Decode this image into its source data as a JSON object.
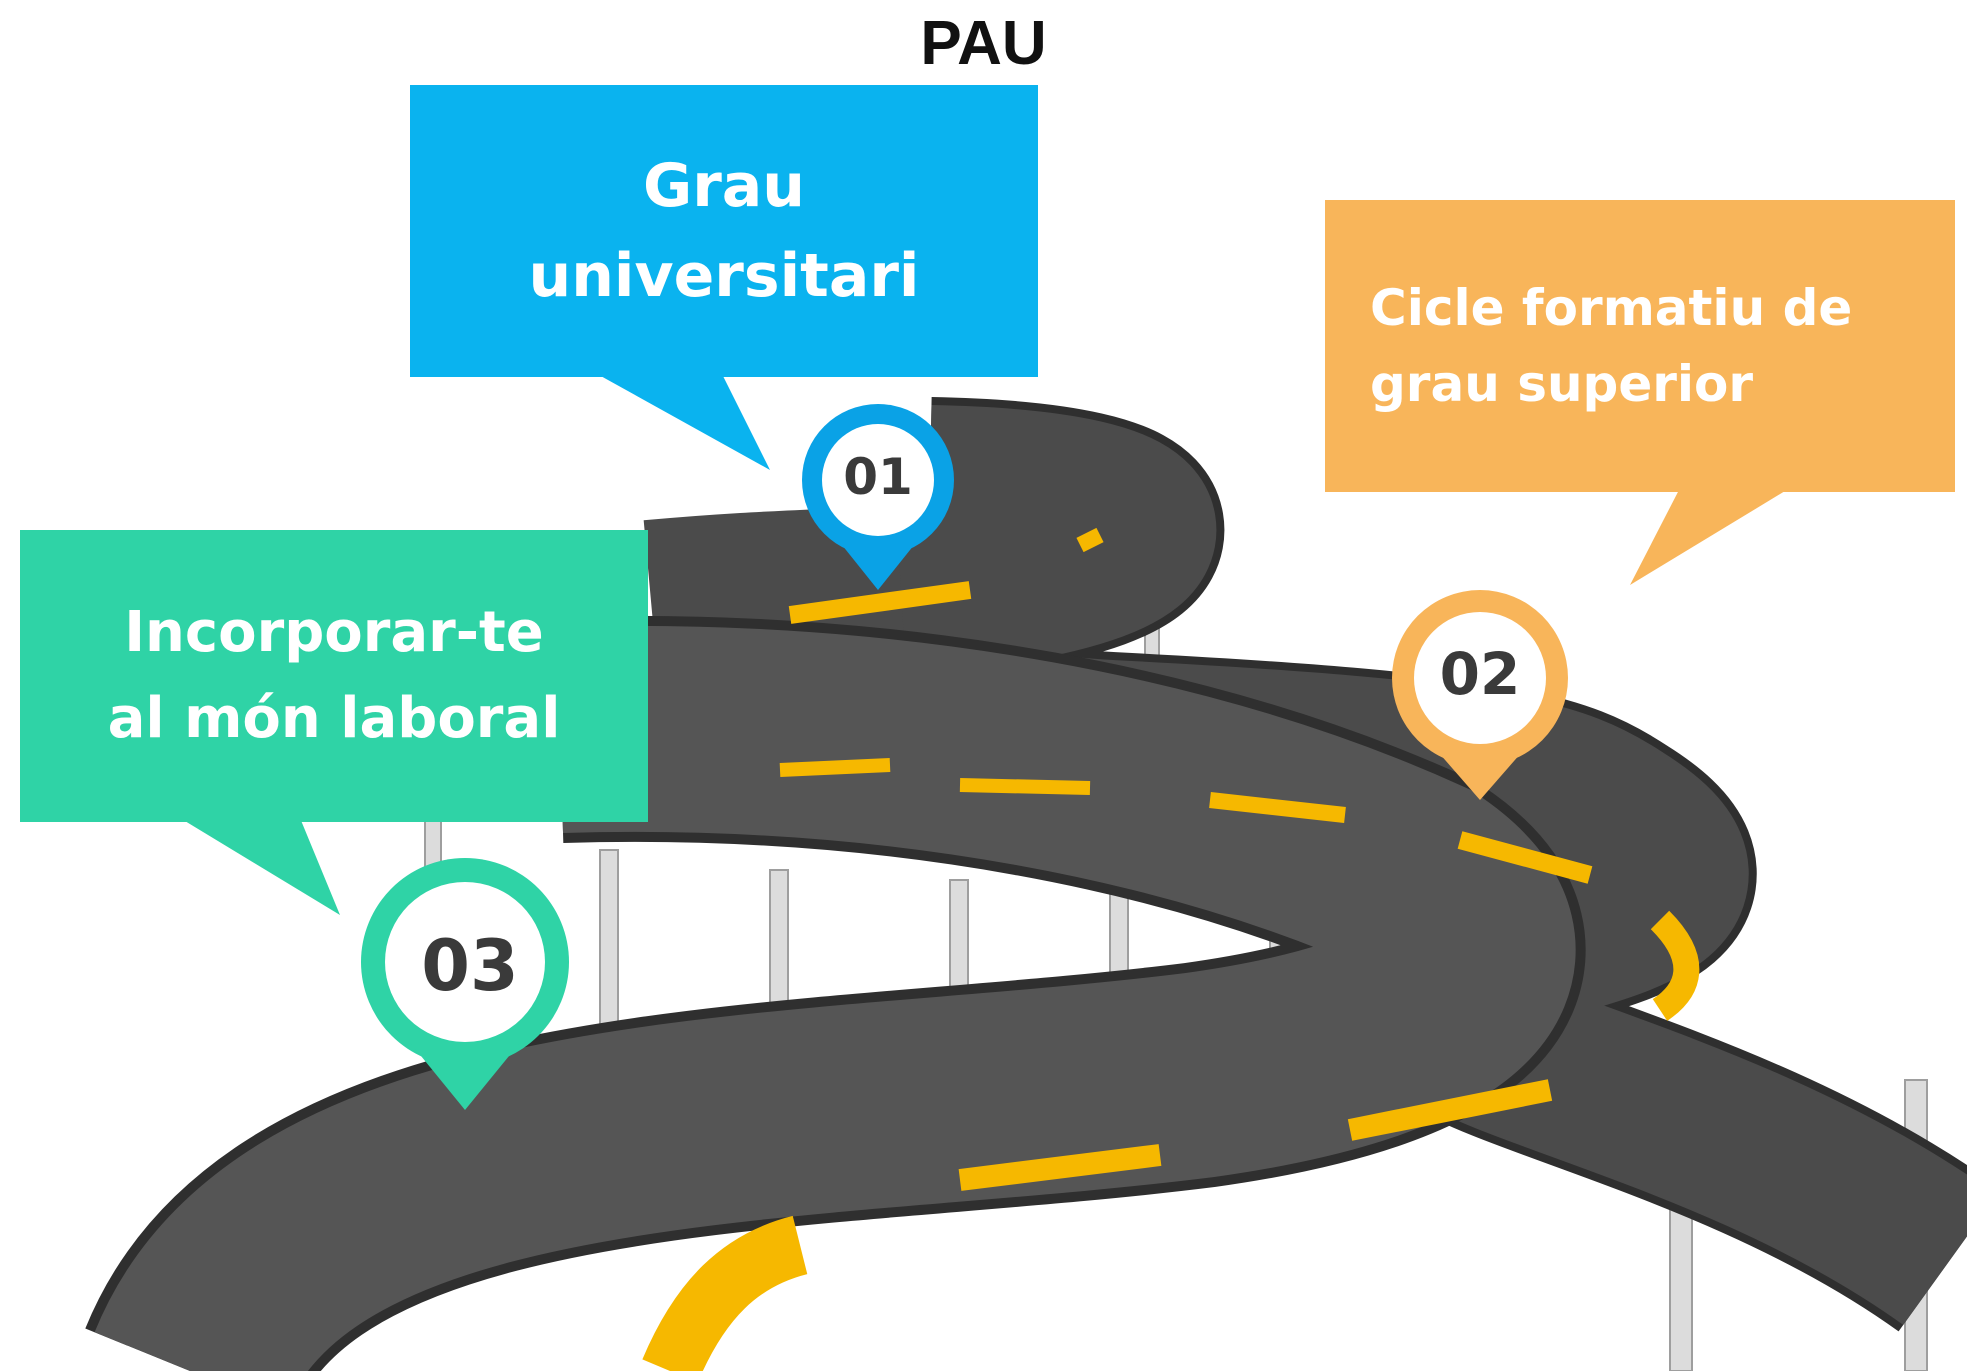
{
  "title": "PAU",
  "steps": [
    {
      "number": "01",
      "lines": [
        "Grau",
        "universitari"
      ],
      "color": "#0ab3ef"
    },
    {
      "number": "02",
      "lines": [
        "Cicle formatiu de",
        "grau superior"
      ],
      "color": "#f8b55a"
    },
    {
      "number": "03",
      "lines": [
        "Incorporar-te",
        "al món laboral"
      ],
      "color": "#2fd3a6"
    }
  ],
  "road": {
    "asphalt": "#4b4b4b",
    "edge": "#2f2f2f",
    "lane_marks": "#f6b800",
    "pillars": "#d9d9d9"
  }
}
